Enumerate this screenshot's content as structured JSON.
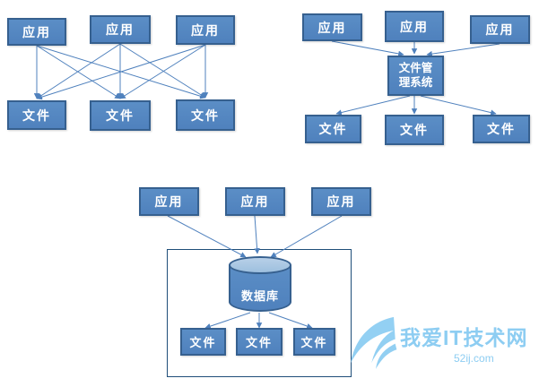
{
  "c1": {
    "apps": [
      "应用",
      "应用",
      "应用"
    ],
    "files": [
      "文件",
      "文件",
      "文件"
    ]
  },
  "c2": {
    "apps": [
      "应用",
      "应用",
      "应用"
    ],
    "manager": "文件管理系统",
    "files": [
      "文件",
      "文件",
      "文件"
    ]
  },
  "c3": {
    "apps": [
      "应用",
      "应用",
      "应用"
    ],
    "database": "数据库",
    "files": [
      "文件",
      "文件",
      "文件"
    ]
  },
  "watermark": {
    "title": "我爱IT技术网",
    "site": "52ij.com"
  },
  "colors": {
    "box_fill": "#4f81bd",
    "box_border": "#36608f",
    "cylinder_top": "#9dbfde",
    "arrow": "#4f81bd",
    "container_border": "#1f4e79",
    "watermark": "#8dcdf2"
  }
}
